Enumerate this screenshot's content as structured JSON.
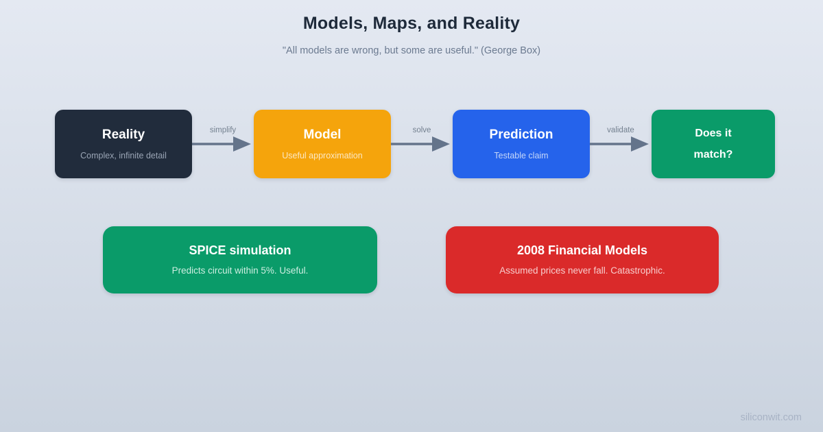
{
  "header": {
    "title": "Models, Maps, and Reality",
    "quote": "\"All models are wrong, but some are useful.\" (George Box)"
  },
  "flow": {
    "nodes": [
      {
        "title": "Reality",
        "subtitle": "Complex, infinite detail",
        "bg": "#212c3c",
        "sub_color": "#9aa5b5"
      },
      {
        "title": "Model",
        "subtitle": "Useful approximation",
        "bg": "#f5a40c",
        "sub_color": "#fce8c3"
      },
      {
        "title": "Prediction",
        "subtitle": "Testable claim",
        "bg": "#2563eb",
        "sub_color": "#c5d7f9"
      },
      {
        "title": "Does it\nmatch?",
        "bg": "#0a9b69"
      }
    ],
    "arrows": [
      {
        "label": "simplify"
      },
      {
        "label": "solve"
      },
      {
        "label": "validate"
      }
    ]
  },
  "examples": [
    {
      "title": "SPICE simulation",
      "subtitle": "Predicts circuit within 5%. Useful.",
      "bg": "#0a9b69",
      "sub_color": "#cdeee1"
    },
    {
      "title": "2008 Financial Models",
      "subtitle": "Assumed prices never fall. Catastrophic.",
      "bg": "#da2a2a",
      "sub_color": "#f7cdcd"
    }
  ],
  "footer": {
    "watermark": "siliconwit.com"
  },
  "theme": {
    "bg_top": "#e4e9f2",
    "bg_bottom": "#cad3df",
    "arrow": "#64748b",
    "label": "#73808f",
    "title": "#1e2a3a",
    "muted": "#6b7a90",
    "watermark": "#a8b3c5",
    "node_text": "#ffffff"
  }
}
